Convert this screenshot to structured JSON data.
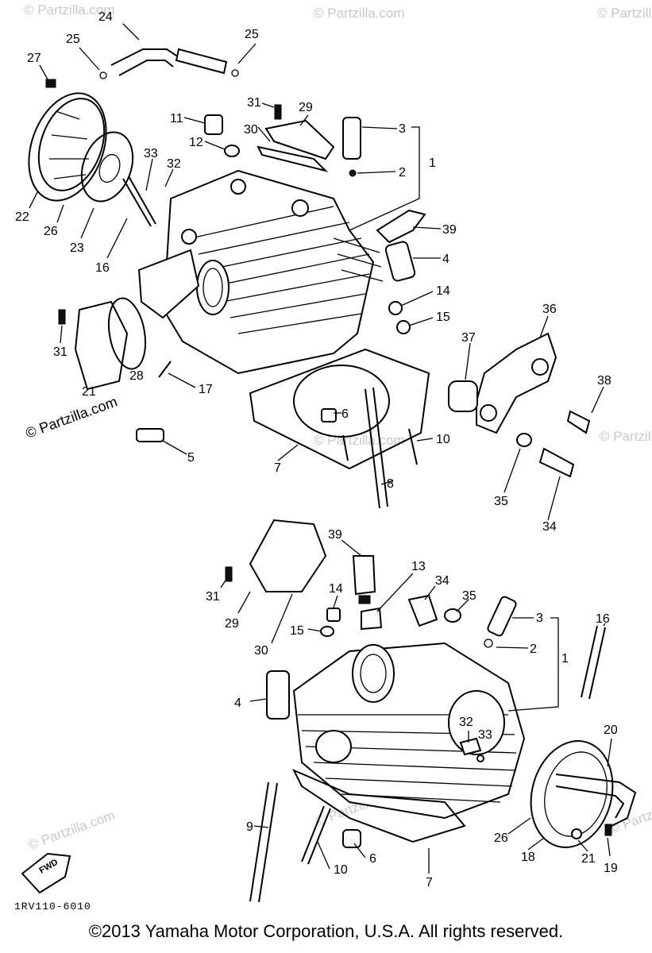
{
  "watermarks": {
    "partzilla_1": "© Partzilla.com",
    "partzilla_2": "© Partzilla.com",
    "partzilla_3": "© Partzilla.com",
    "partzilla_4": "© Partzilla.com",
    "partzilla_5": "© Partzilla.com",
    "partzilla_6": "© Partzilla.com",
    "partzilla_7": "© Partzilla.com",
    "partzilla_8": "© Partzilla.com"
  },
  "diagram_code": "1RV110-6010",
  "fwd_label": "FWD",
  "copyright": "©2013  Yamaha Motor Corporation, U.S.A. All rights reserved.",
  "callouts": {
    "c24": "24",
    "c25a": "25",
    "c25b": "25",
    "c27": "27",
    "c11": "11",
    "c12": "12",
    "c31a": "31",
    "c29a": "29",
    "c30a": "30",
    "c3a": "3",
    "c2a": "2",
    "c1a": "1",
    "c33a": "33",
    "c32a": "32",
    "c22": "22",
    "c26a": "26",
    "c23": "23",
    "c16a": "16",
    "c39a": "39",
    "c4a": "4",
    "c14a": "14",
    "c15a": "15",
    "c36": "36",
    "c37": "37",
    "c31b": "31",
    "c21a": "21",
    "c28": "28",
    "c17": "17",
    "c38": "38",
    "c6a": "6",
    "c5": "5",
    "c7a": "7",
    "c10a": "10",
    "c8": "8",
    "c35a": "35",
    "c34a": "34",
    "c39b": "39",
    "c13": "13",
    "c34b": "34",
    "c35b": "35",
    "c31c": "31",
    "c29b": "29",
    "c14b": "14",
    "c15b": "15",
    "c30b": "30",
    "c3b": "3",
    "c2b": "2",
    "c1b": "1",
    "c16b": "16",
    "c4b": "4",
    "c32b": "32",
    "c33b": "33",
    "c20": "20",
    "c9": "9",
    "c26b": "26",
    "c10b": "10",
    "c6b": "6",
    "c18": "18",
    "c21b": "21",
    "c19": "19",
    "c7b": "7"
  }
}
